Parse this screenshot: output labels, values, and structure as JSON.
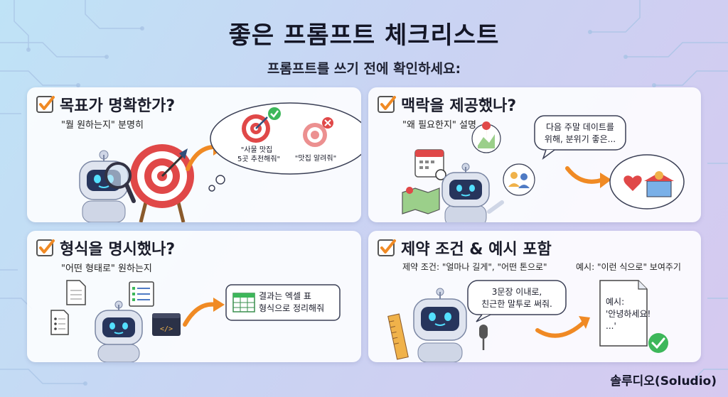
{
  "header": {
    "title": "좋은 프롬프트 체크리스트",
    "subtitle": "프롬프트를 쓰기 전에 확인하세요:"
  },
  "cards": [
    {
      "title": "목표가 명확한가?",
      "subtitle": "\"뭘 원하는지\" 분명히",
      "good_example": [
        "\"사물 맛집",
        "5곳 추천해줘\""
      ],
      "bad_example": "\"맛집 알려줘\""
    },
    {
      "title": "맥락을 제공했나?",
      "subtitle": "\"왜 필요한지\" 설명",
      "bubble": [
        "다음 주말 데이트를",
        "위해, 분위기 좋은..."
      ]
    },
    {
      "title": "형식을 명시했나?",
      "subtitle": "\"어떤 형태로\" 원하는지",
      "bubble": [
        "결과는 엑셀 표",
        "형식으로 정리해줘"
      ]
    },
    {
      "title": "제약 조건 & 예시 포함",
      "constraint_label": "제약 조건: \"얼마나 길게\", \"어떤 톤으로\"",
      "example_label": "예시: \"이런 식으로\" 보여주기",
      "bubble": [
        "3문장 이내로,",
        "친근한 말투로 써줘."
      ],
      "doc": [
        "예시:",
        "'안녕하세요!",
        "...'"
      ]
    }
  ],
  "brand": "솔루디오(Soludio)",
  "colors": {
    "accent_orange": "#f08a24",
    "robot_body": "#cfd6e6",
    "robot_face": "#27355c",
    "eye_cyan": "#54e0ff",
    "check_green": "#3db75a",
    "red": "#e04848"
  }
}
